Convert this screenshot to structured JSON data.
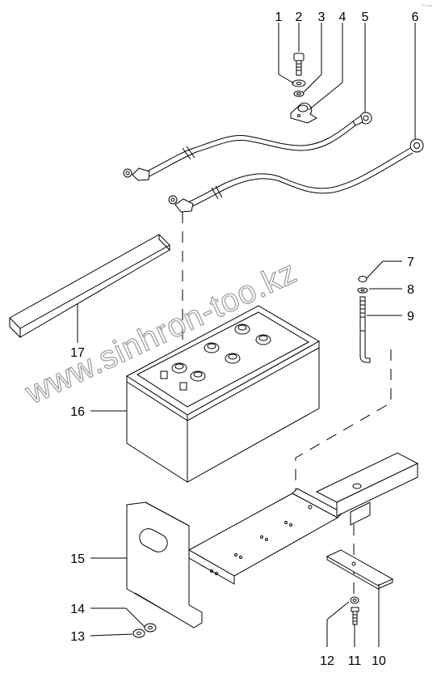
{
  "diagram": {
    "watermark": "www.sinhron-too.kz",
    "corner_mark": "07 xxxx",
    "callouts": [
      {
        "label": "1"
      },
      {
        "label": "2"
      },
      {
        "label": "3"
      },
      {
        "label": "4"
      },
      {
        "label": "5"
      },
      {
        "label": "6"
      },
      {
        "label": "7"
      },
      {
        "label": "8"
      },
      {
        "label": "9"
      },
      {
        "label": "10"
      },
      {
        "label": "11"
      },
      {
        "label": "12"
      },
      {
        "label": "13"
      },
      {
        "label": "14"
      },
      {
        "label": "15"
      },
      {
        "label": "16"
      },
      {
        "label": "17"
      }
    ]
  }
}
